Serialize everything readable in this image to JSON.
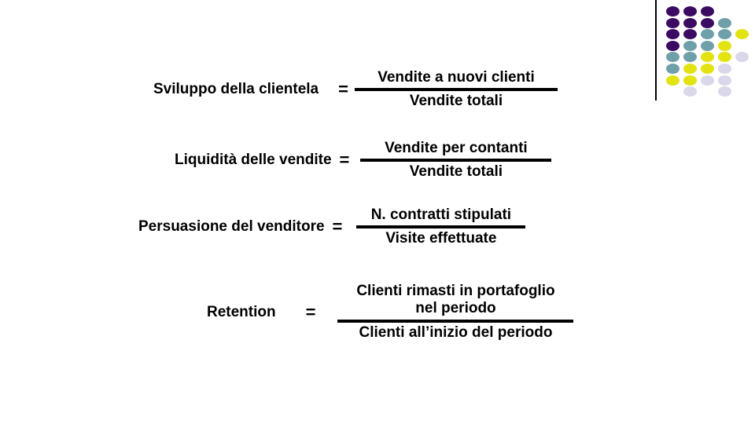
{
  "slide": {
    "background_color": "#ffffff",
    "text_color": "#000000"
  },
  "decoration": {
    "name": "dot-grid-motif",
    "divider_color": "#000000",
    "colors": {
      "purple": "#3B0B63",
      "teal": "#6F9FA8",
      "yellow": "#E3E312",
      "lavender": "#D8D8EA"
    },
    "columns": 5,
    "rows": 8,
    "dots": [
      {
        "row": 0,
        "col": 0,
        "color": "#3B0B63"
      },
      {
        "row": 0,
        "col": 1,
        "color": "#3B0B63"
      },
      {
        "row": 0,
        "col": 2,
        "color": "#3B0B63"
      },
      {
        "row": 1,
        "col": 0,
        "color": "#3B0B63"
      },
      {
        "row": 1,
        "col": 1,
        "color": "#3B0B63"
      },
      {
        "row": 1,
        "col": 2,
        "color": "#3B0B63"
      },
      {
        "row": 1,
        "col": 3,
        "color": "#6F9FA8"
      },
      {
        "row": 2,
        "col": 0,
        "color": "#3B0B63"
      },
      {
        "row": 2,
        "col": 1,
        "color": "#3B0B63"
      },
      {
        "row": 2,
        "col": 2,
        "color": "#6F9FA8"
      },
      {
        "row": 2,
        "col": 3,
        "color": "#6F9FA8"
      },
      {
        "row": 2,
        "col": 4,
        "color": "#E3E312"
      },
      {
        "row": 3,
        "col": 0,
        "color": "#3B0B63"
      },
      {
        "row": 3,
        "col": 1,
        "color": "#6F9FA8"
      },
      {
        "row": 3,
        "col": 2,
        "color": "#6F9FA8"
      },
      {
        "row": 3,
        "col": 3,
        "color": "#E3E312"
      },
      {
        "row": 4,
        "col": 0,
        "color": "#6F9FA8"
      },
      {
        "row": 4,
        "col": 1,
        "color": "#6F9FA8"
      },
      {
        "row": 4,
        "col": 2,
        "color": "#E3E312"
      },
      {
        "row": 4,
        "col": 3,
        "color": "#E3E312"
      },
      {
        "row": 4,
        "col": 4,
        "color": "#D8D8EA"
      },
      {
        "row": 5,
        "col": 0,
        "color": "#6F9FA8"
      },
      {
        "row": 5,
        "col": 1,
        "color": "#E3E312"
      },
      {
        "row": 5,
        "col": 2,
        "color": "#E3E312"
      },
      {
        "row": 5,
        "col": 3,
        "color": "#D8D8EA"
      },
      {
        "row": 6,
        "col": 0,
        "color": "#E3E312"
      },
      {
        "row": 6,
        "col": 1,
        "color": "#E3E312"
      },
      {
        "row": 6,
        "col": 2,
        "color": "#D8D8EA"
      },
      {
        "row": 6,
        "col": 3,
        "color": "#D8D8EA"
      },
      {
        "row": 7,
        "col": 1,
        "color": "#D8D8EA"
      },
      {
        "row": 7,
        "col": 3,
        "color": "#D8D8EA"
      }
    ]
  },
  "formulas": [
    {
      "id": "sviluppo-della-clientela",
      "label": "Sviluppo della clientela",
      "equals": "=",
      "numerator": "Vendite a nuovi clienti",
      "numerator_line2": "",
      "denominator": "Vendite totali"
    },
    {
      "id": "liquidita-delle-vendite",
      "label": "Liquidità delle vendite",
      "equals": "=",
      "numerator": "Vendite per contanti",
      "numerator_line2": "",
      "denominator": "Vendite totali"
    },
    {
      "id": "persuasione-del-venditore",
      "label": "Persuasione del venditore",
      "equals": "=",
      "numerator": "N. contratti stipulati",
      "numerator_line2": "",
      "denominator": "Visite effettuate"
    },
    {
      "id": "retention",
      "label": "Retention",
      "equals": "=",
      "numerator": "Clienti rimasti in portafoglio",
      "numerator_line2": "nel periodo",
      "denominator": "Clienti all’inizio del periodo"
    }
  ]
}
